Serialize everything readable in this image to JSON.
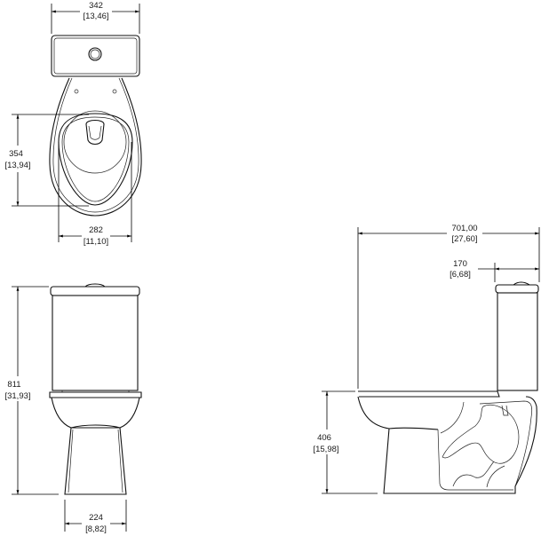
{
  "drawing": {
    "top_view": {
      "width_mm": "342",
      "width_in": "[13,46]",
      "opening_length_mm": "354",
      "opening_length_in": "[13,94]",
      "opening_width_mm": "282",
      "opening_width_in": "[11,10]"
    },
    "front_view": {
      "height_mm": "811",
      "height_in": "[31,93]",
      "base_width_mm": "224",
      "base_width_in": "[8,82]"
    },
    "side_view": {
      "depth_mm": "701,00",
      "depth_in": "[27,60]",
      "tank_depth_mm": "170",
      "tank_depth_in": "[6,68]",
      "seat_height_mm": "406",
      "seat_height_in": "[15,98]"
    }
  }
}
